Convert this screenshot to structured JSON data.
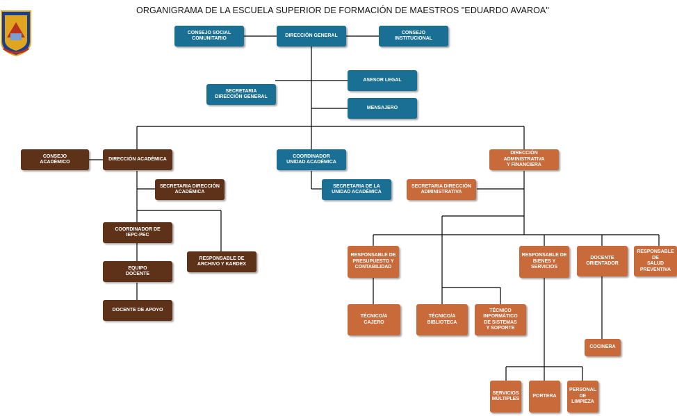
{
  "title": "ORGANIGRAMA DE LA ESCUELA SUPERIOR DE FORMACIÓN DE MAESTROS \"EDUARDO AVAROA\"",
  "logo": {
    "icon": "institution-seal-icon",
    "colors": [
      "#1b3f8f",
      "#e0a51f",
      "#b8321f"
    ]
  },
  "colors": {
    "blue": "#1a6f95",
    "brown": "#5e3218",
    "orange": "#c96a3b",
    "line": "#000000"
  },
  "boxes": {
    "consejo_social": "CONSEJO SOCIAL\nCOMUNITARIO",
    "direccion_general": "DIRECCIÓN GENERAL",
    "consejo_institucional": "CONSEJO\nINSTITUCIONAL",
    "asesor_legal": "ASESOR LEGAL",
    "secretaria_direccion_general": "SECRETARIA\nDIRECCIÓN GENERAL",
    "mensajero": "MENSAJERO",
    "consejo_academico": "CONSEJO\nACADÉMICO",
    "direccion_academica": "DIRECCIÓN ACADÉMICA",
    "coordinador_unidad": "COORDINADOR\nUNIDAD ACADÉMICA",
    "direccion_administrativa": "DIRECCIÓN ADMINISTRATIVA\nY FINANCIERA",
    "secretaria_direccion_academica": "SECRETARIA DIRECCIÓN\nACADÉMICA",
    "secretaria_unidad": "SECRETARIA DE LA\nUNIDAD ACADÉMICA",
    "secretaria_direccion_administrativa": "SECRETARIA DIRECCIÓN\nADMINISTRATIVA",
    "coordinador_iepc": "COORDINADOR DE\nIEPC-PEC",
    "responsable_archivo": "RESPONSABLE DE\nARCHIVO Y KARDEX",
    "equipo_docente": "EQUIPO\nDOCENTE",
    "docente_apoyo": "DOCENTE DE APOYO",
    "responsable_presupuesto": "RESPONSABLE DE\nPRESUPUESTO Y\nCONTABILIDAD",
    "responsable_bienes": "RESPONSABLE DE\nBIENES Y SERVICIOS",
    "docente_orientador": "DOCENTE\nORIENTADOR",
    "responsable_salud": "RESPONSABLE DE\nSALUD PREVENTIVA",
    "tecnico_cajero": "TÉCNICO/A\nCAJERO",
    "tecnico_biblioteca": "TÉCNICO/A\nBIBLIOTECA",
    "tecnico_informatico": "TÉCNICO\nINFORMÁTICO\nDE SISTEMAS\nY SOPORTE",
    "cocinera": "COCINERA",
    "servicios_multiples": "SERVICIOS\nMÚLTIPLES",
    "portera": "PORTERA",
    "personal_limpieza": "PERSONAL\nDE\nLIMPIEZA"
  }
}
